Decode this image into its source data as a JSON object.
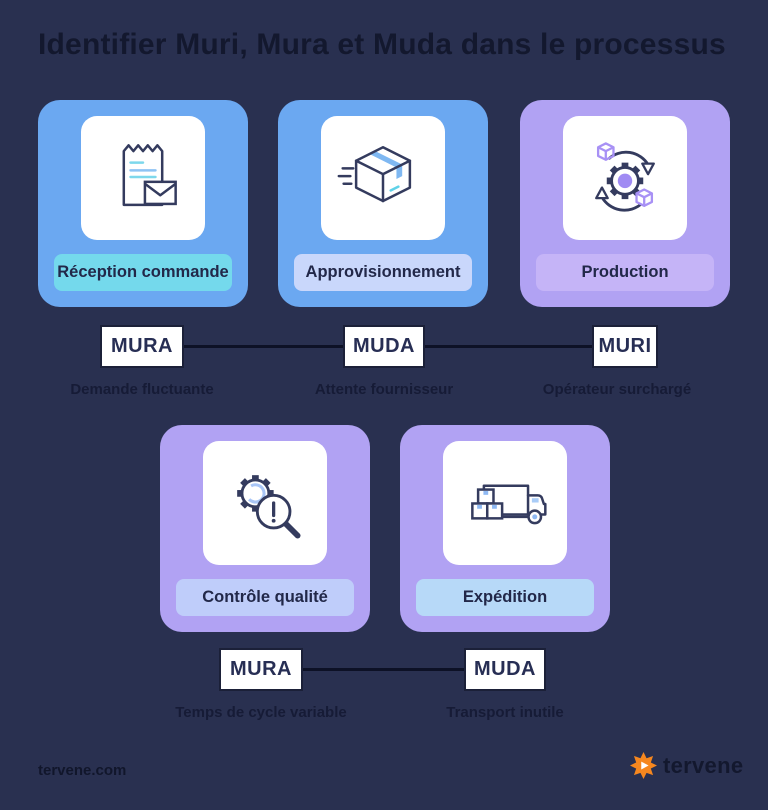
{
  "title": "Identifier Muri, Mura et Muda dans le processus",
  "colors": {
    "background": "#293050",
    "card_blue": "#6ba8f1",
    "card_purple": "#b1a2f3",
    "label_cyan": "#74d9ec",
    "label_periwinkle": "#c9d7fb",
    "label_purple": "#c5b4f7",
    "label_light_blue": "#b7d9f8",
    "connector_line": "#0d1126",
    "logo_orange": "#f6871f"
  },
  "top_row": {
    "steps": [
      {
        "label": "Réception commande",
        "icon": "receipt-envelope-icon"
      },
      {
        "label": "Approvisionnement",
        "icon": "shipping-box-icon"
      },
      {
        "label": "Production",
        "icon": "production-cycle-icon"
      }
    ]
  },
  "top_waste": {
    "nodes": [
      {
        "name": "MURA",
        "caption": "Demande fluctuante"
      },
      {
        "name": "MUDA",
        "caption": "Attente fournisseur"
      },
      {
        "name": "MURI",
        "caption": "Opérateur surchargé"
      }
    ]
  },
  "bottom_row": {
    "steps": [
      {
        "label": "Contrôle qualité",
        "icon": "quality-check-icon"
      },
      {
        "label": "Expédition",
        "icon": "delivery-truck-icon"
      }
    ]
  },
  "bottom_waste": {
    "nodes": [
      {
        "name": "MURA",
        "caption": "Temps de cycle variable"
      },
      {
        "name": "MUDA",
        "caption": "Transport inutile"
      }
    ]
  },
  "footer": {
    "website": "tervene.com",
    "brand": "tervene"
  }
}
